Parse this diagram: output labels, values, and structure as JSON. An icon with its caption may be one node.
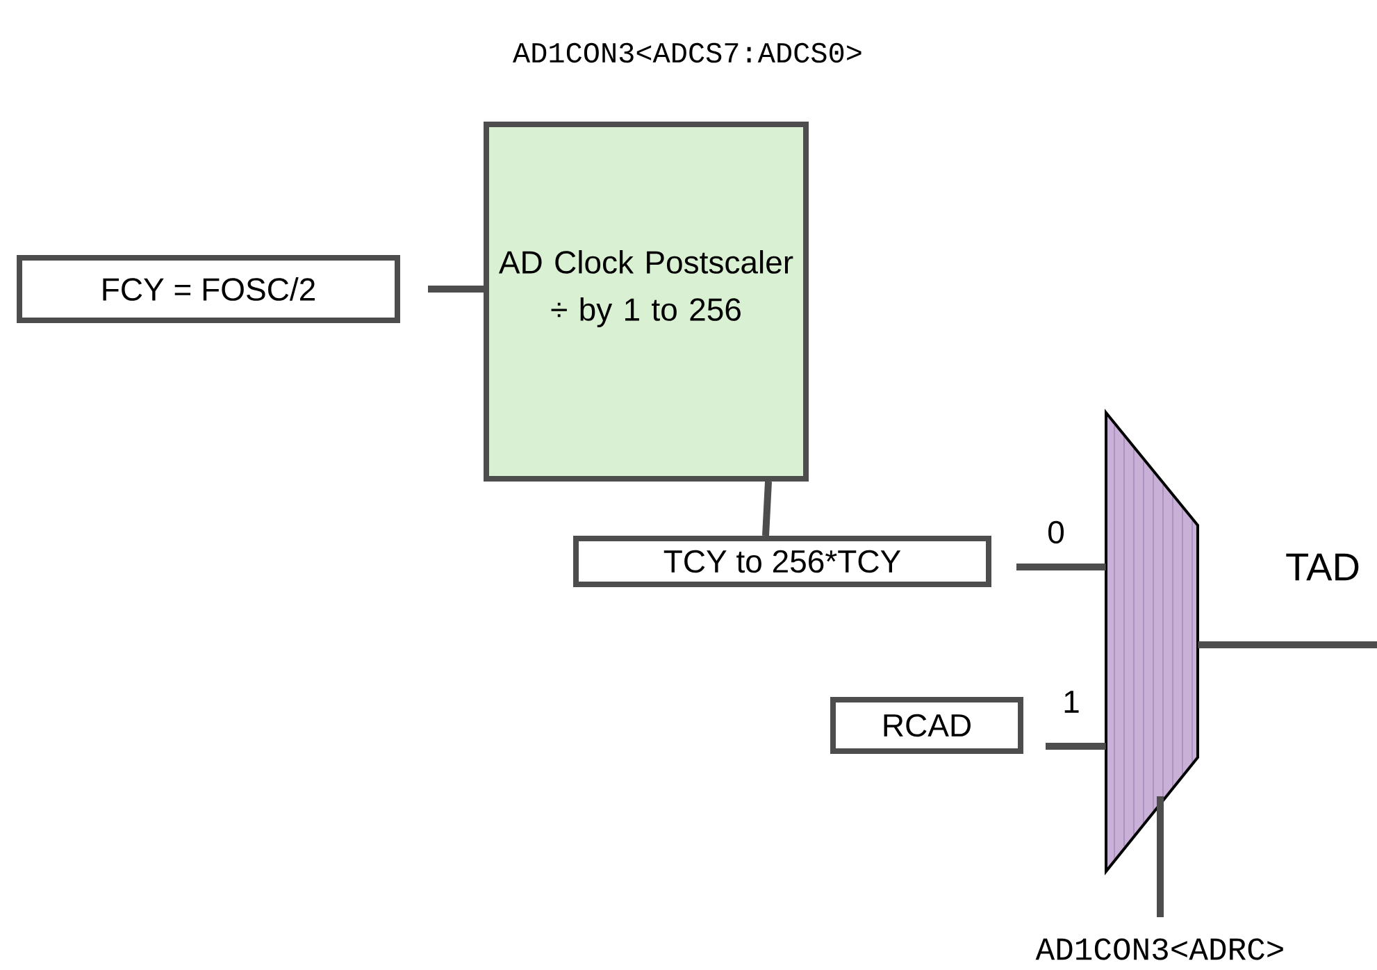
{
  "diagram": {
    "nodes": [
      {
        "text": [
          "FCY = FOSC/2"
        ]
      },
      {
        "text": [
          "AD Clock Postscaler ÷ by 1 to 256"
        ]
      },
      {
        "text": [
          "TCY to 256*TCY"
        ]
      },
      {
        "text": [],
        "shape": "trapezoid"
      },
      {
        "text": [
          "RCAD"
        ]
      },
      {
        "text": [
          "AD1CON3<ADRC>"
        ]
      }
    ],
    "edges": [
      {
        "from": 0,
        "to": 1,
        "arrow": "none"
      },
      {
        "from": 1,
        "to": 2,
        "arrow": "none"
      },
      {
        "from": 2,
        "to": 3,
        "arrow": "none"
      },
      {
        "from": 4,
        "to": 3,
        "arrow": "none"
      },
      {
        "from": 5,
        "to": 3,
        "arrow": "none"
      },
      {
        "from": 3,
        "to": null,
        "arrow": "none"
      }
    ],
    "labels": [
      "AD1CON3<ADCS7:ADCS0>",
      "0",
      "TAD",
      "1"
    ]
  }
}
